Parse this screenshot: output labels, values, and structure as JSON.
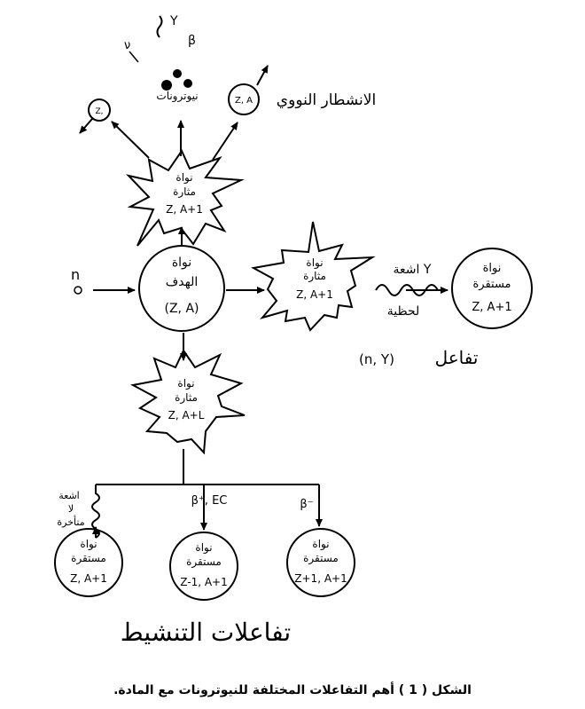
{
  "neutron": {
    "symbol": "n"
  },
  "target_nucleus": {
    "line1": "نواة",
    "line2": "الهدف",
    "formula": "(Z, A)"
  },
  "excited_top": {
    "line1": "نواة",
    "line2": "مثارة",
    "formula": "Z, A+1"
  },
  "excited_right": {
    "line1": "نواة",
    "line2": "مثارة",
    "formula": "Z, A+1"
  },
  "excited_bottom": {
    "line1": "نواة",
    "line2": "مثارة",
    "formula": "Z, A+L"
  },
  "stable_right": {
    "line1": "نواة",
    "line2": "مستقرة",
    "formula": "Z, A+1"
  },
  "gamma_rays": {
    "line1": "اشعة Y",
    "line2": "لحظية"
  },
  "reaction_label": {
    "formula": "(n, Y)",
    "text": "تفاعل"
  },
  "fission": {
    "label": "الانشطار النووي",
    "neutrons_label": "نيوترونات",
    "fragment_right": "Z, A",
    "fragment_left": "Z,",
    "particle_gamma": "Y",
    "particle_beta": "β",
    "particle_nu": "ν"
  },
  "decay_branches": {
    "left_label_line1": "اشعة",
    "left_label_line2": "لا",
    "left_label_line3": "متأخرة",
    "middle_label": "β⁺, EC",
    "right_label": "β⁻"
  },
  "products": [
    {
      "line1": "نواة",
      "line2": "مستقرة",
      "formula": "Z, A+1"
    },
    {
      "line1": "نواة",
      "line2": "مستقرة",
      "formula": "Z-1, A+1"
    },
    {
      "line1": "نواة",
      "line2": "مستقرة",
      "formula": "Z+1, A+1"
    }
  ],
  "activation_title": "تفاعلات التنشيط",
  "caption": "الشكل ( 1 ) أهم التفاعلات المختلفة للنيوترونات مع المادة."
}
